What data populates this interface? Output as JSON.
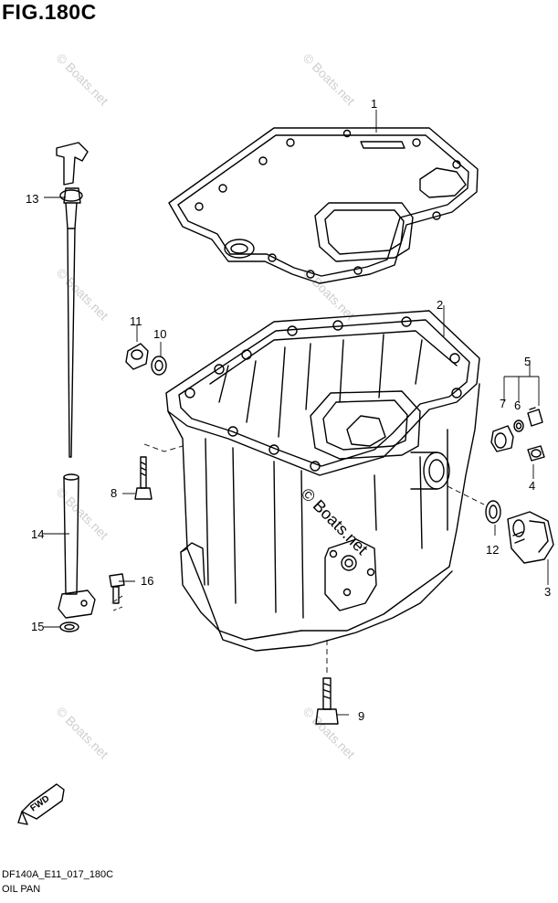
{
  "figure": {
    "title": "FIG.180C",
    "code": "DF140A_E11_017_180C",
    "name": "OIL PAN"
  },
  "watermark": "© Boats.net",
  "fwd_label": "FWD",
  "callouts": [
    "1",
    "2",
    "3",
    "4",
    "5",
    "6",
    "7",
    "8",
    "9",
    "10",
    "11",
    "12",
    "13",
    "14",
    "15",
    "16"
  ]
}
